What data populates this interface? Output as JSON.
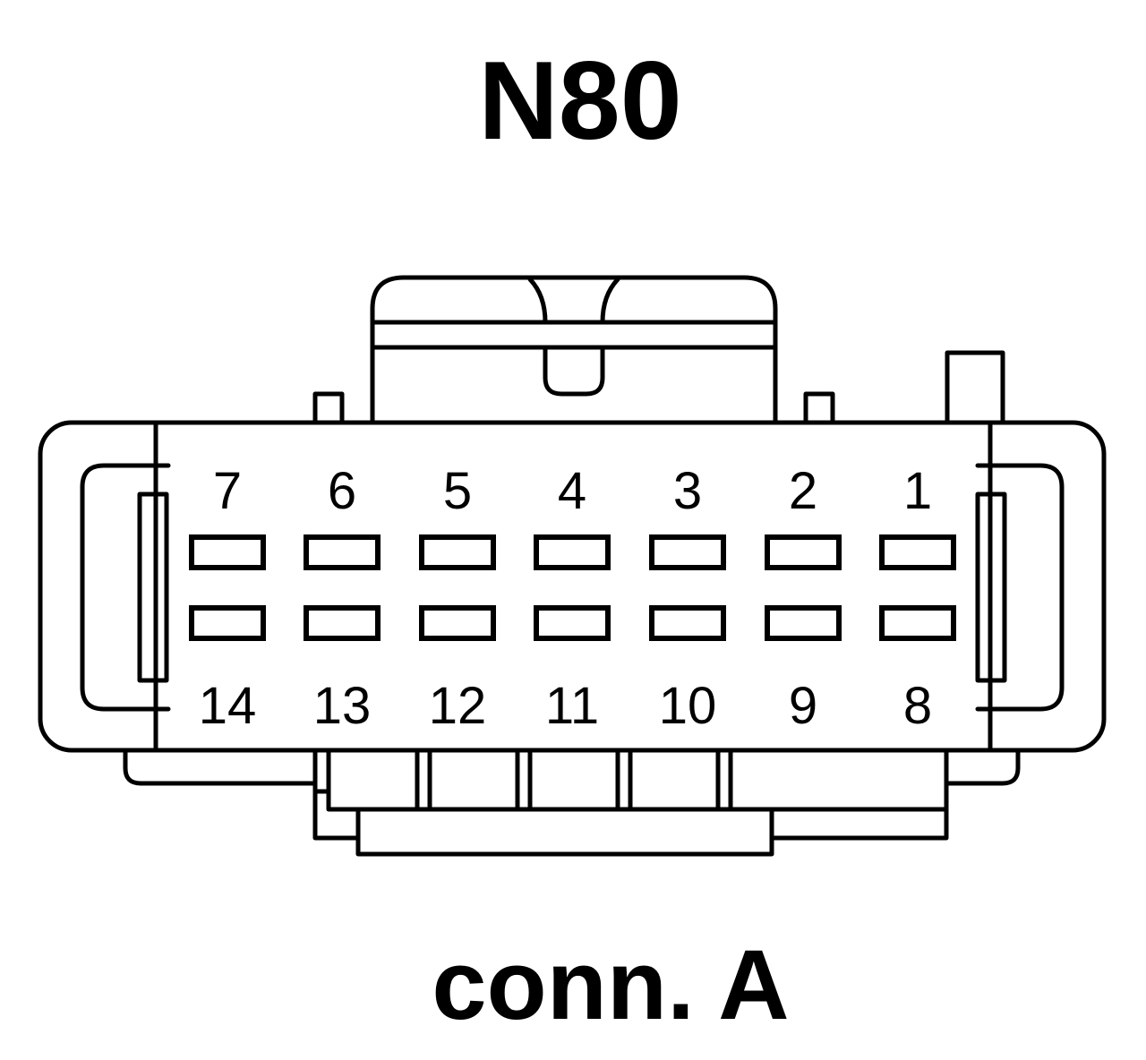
{
  "component": {
    "name": "N80",
    "connector_label": "conn. A"
  },
  "connector": {
    "pin_count": 14,
    "top_row_pins": [
      "7",
      "6",
      "5",
      "4",
      "3",
      "2",
      "1"
    ],
    "bottom_row_pins": [
      "14",
      "13",
      "12",
      "11",
      "10",
      "9",
      "8"
    ]
  }
}
